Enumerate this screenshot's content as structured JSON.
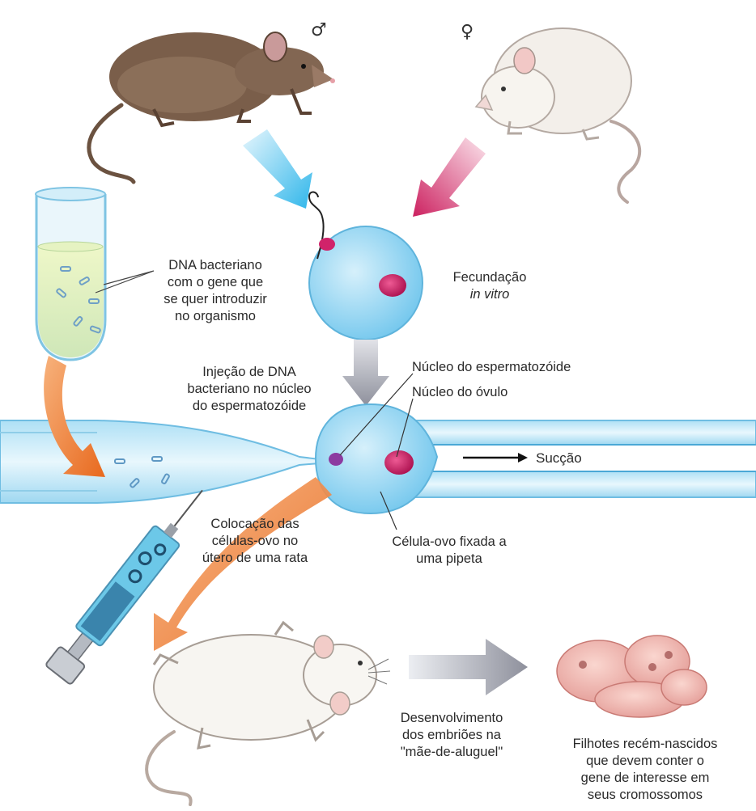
{
  "symbols": {
    "male": "♂",
    "female": "♀"
  },
  "labels": {
    "dna_bacteriano": [
      "DNA bacteriano",
      "com o gene que",
      "se quer introduzir",
      "no organismo"
    ],
    "fecundacao": "Fecundação",
    "in_vitro": "in vitro",
    "injecao": [
      "Injeção de DNA",
      "bacteriano no núcleo",
      "do espermatozóide"
    ],
    "nucleo_esperma": "Núcleo do espermatozóide",
    "nucleo_ovulo": "Núcleo do óvulo",
    "succao": "Sucção",
    "colocacao": [
      "Colocação das",
      "células-ovo no",
      "útero de uma rata"
    ],
    "celula_ovo": [
      "Célula-ovo fixada a",
      "uma pipeta"
    ],
    "desenvolvimento": [
      "Desenvolvimento",
      "dos embriões na",
      "\"mãe-de-aluguel\""
    ],
    "filhotes": [
      "Filhotes recém-nascidos",
      "que devem conter o",
      "gene de interesse em",
      "seus cromossomos"
    ]
  },
  "colors": {
    "blue_arrow": "#3cc0ee",
    "magenta_arrow": "#d02a62",
    "orange_arrow": "#ee7a2c",
    "gray_arrow": "#9a9ca8",
    "cell_blue": "#8fd2f0",
    "nucleus": "#c8246a"
  }
}
